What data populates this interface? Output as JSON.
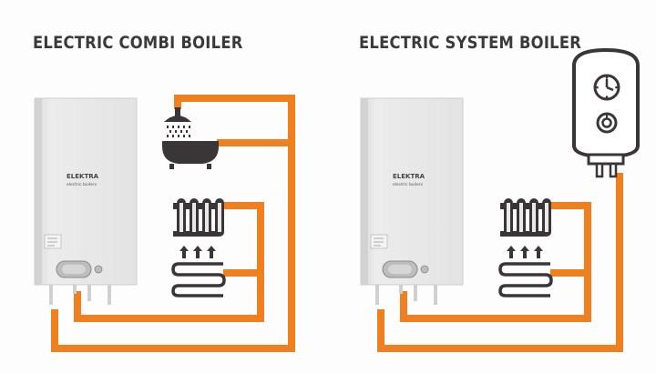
{
  "diagrams": [
    {
      "title": "ELECTRIC COMBI BOILER",
      "brand": "ELEKTRA",
      "brand_sub": "electric boilers"
    },
    {
      "title": "ELECTRIC SYSTEM BOILER",
      "brand": "ELEKTRA",
      "brand_sub": "electric boilers"
    }
  ],
  "colors": {
    "pipe": "#f07f20",
    "boiler_body": "#e6e6e6",
    "boiler_edge": "#cfcfcf",
    "icon": "#3a3638",
    "background": "#fdfdfd"
  },
  "icons": {
    "shower": "shower-bath-icon",
    "radiator": "radiator-icon",
    "underfloor": "underfloor-heating-icon",
    "cylinder": "hot-water-cylinder-icon"
  }
}
